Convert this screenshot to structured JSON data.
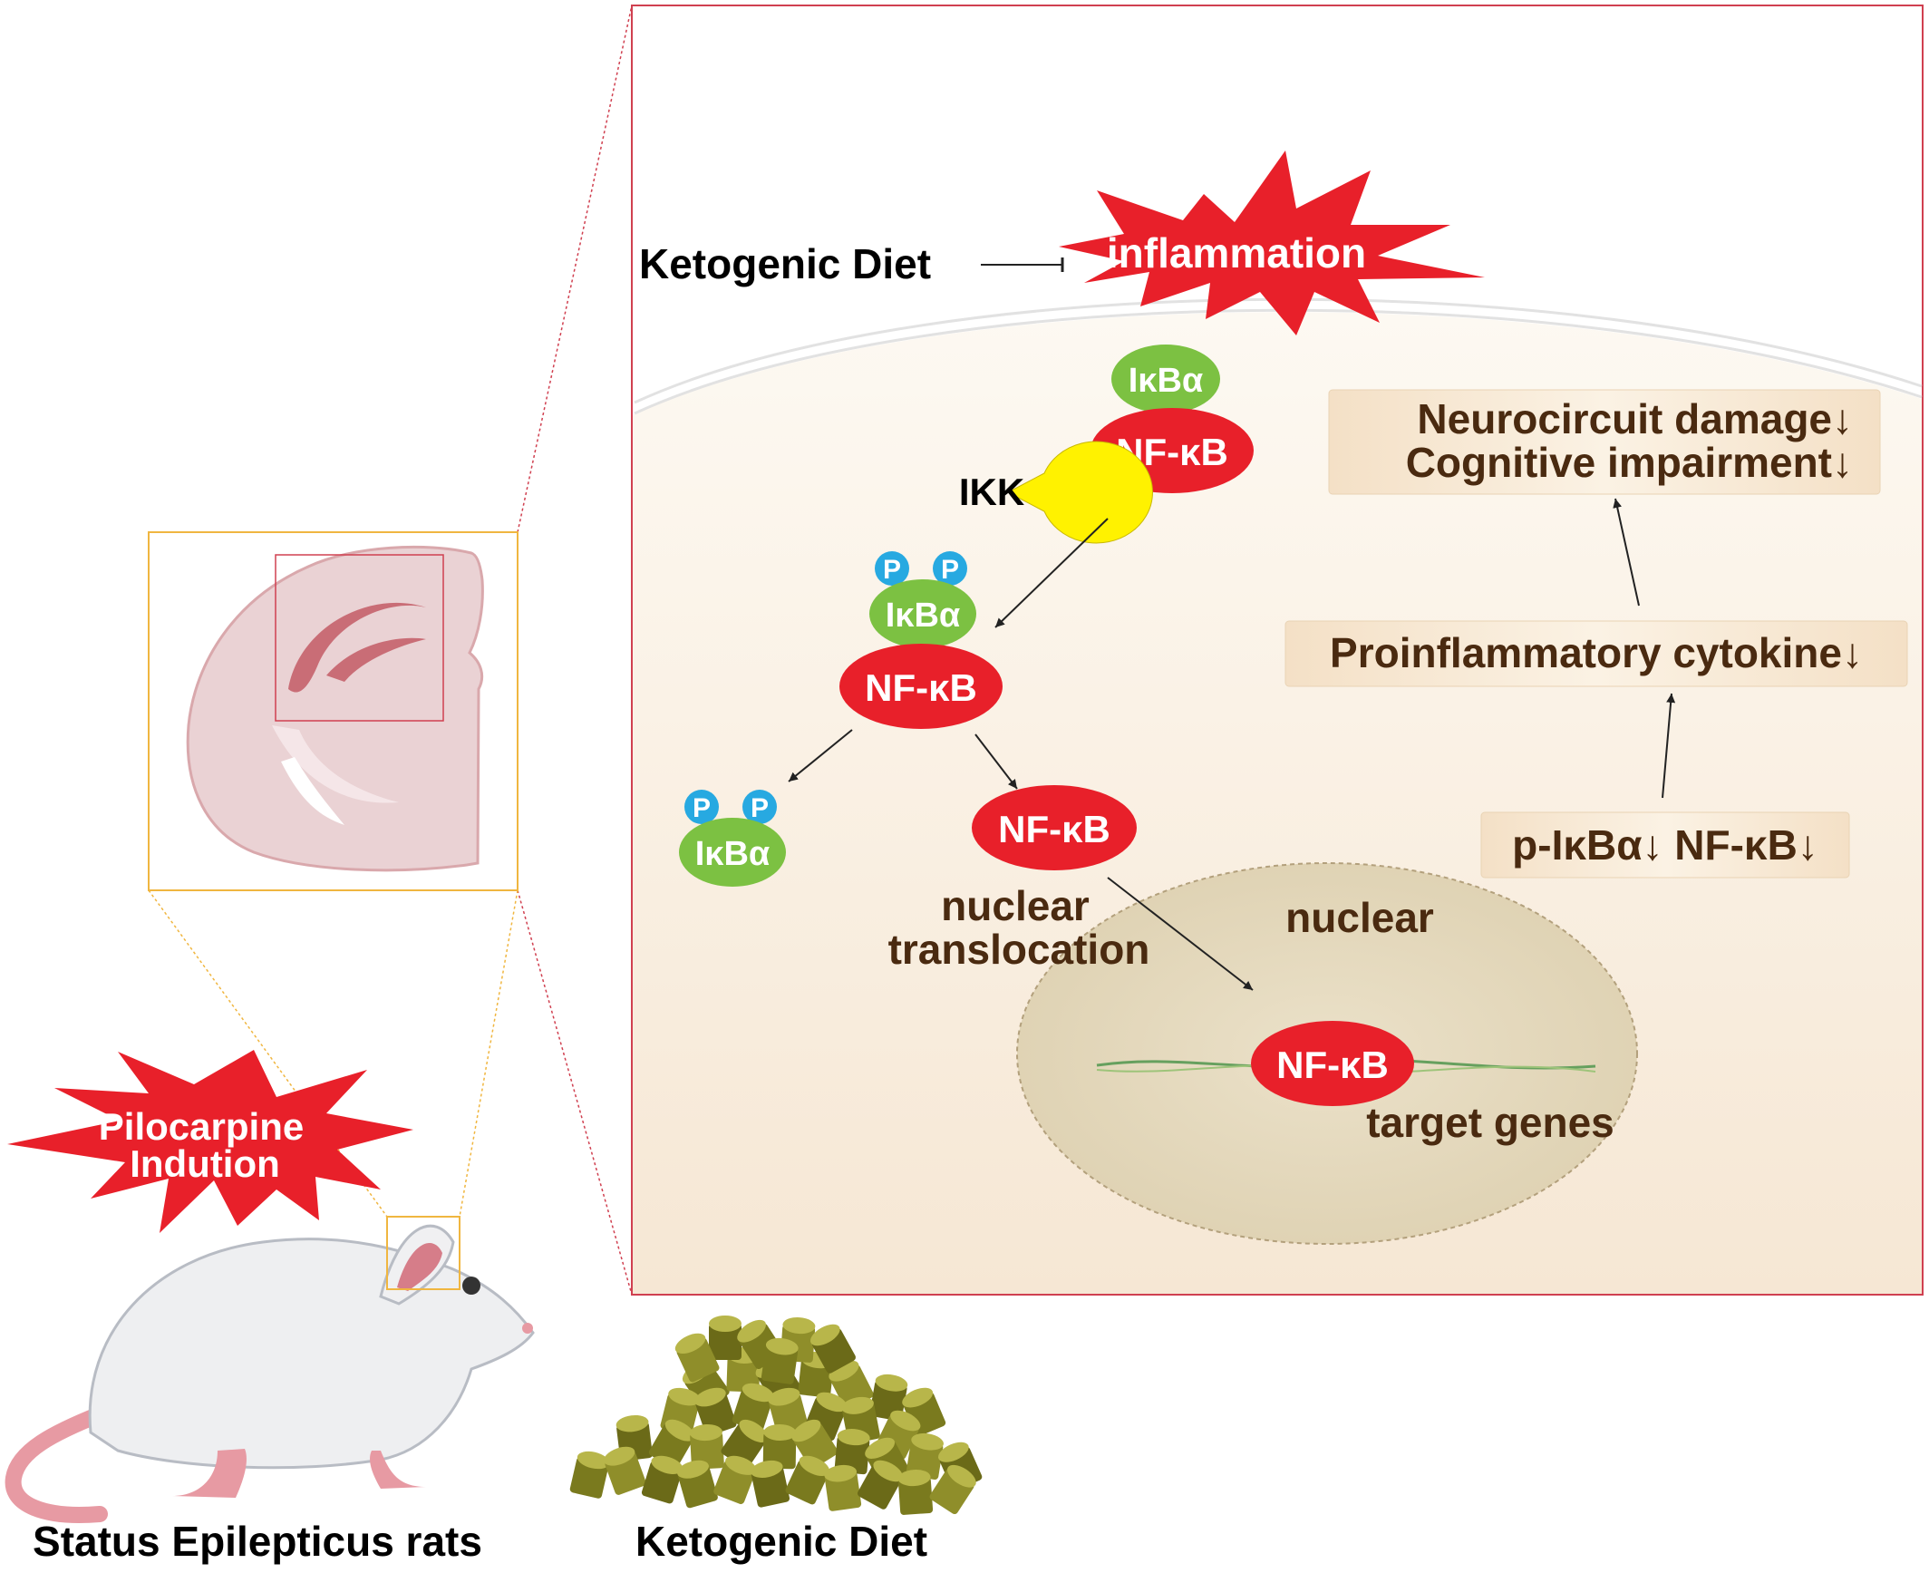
{
  "colors": {
    "red": "#e8202a",
    "green": "#7cc142",
    "yellow": "#fff200",
    "phospho_blue": "#27a9e1",
    "brown_text": "#4a2a10",
    "panel_border": "#d04050",
    "yellow_outline": "#f0b640"
  },
  "left": {
    "pilocarpine": {
      "line1": "Pilocarpine",
      "line2": "Indution"
    },
    "rat_label": "Status Epilepticus rats",
    "diet_label": "Ketogenic Diet"
  },
  "panel": {
    "ketogenic_diet": "Ketogenic Diet",
    "inflammation": "inflammation",
    "ikba_top": "IκBα",
    "nfkb_top": "NF-κB",
    "ikk": "IKK",
    "p_label": "P",
    "ikba_mid": "IκBα",
    "nfkb_mid": "NF-κB",
    "ikba_bottom": "IκBα",
    "nfkb_bottom": "NF-κB",
    "nuclear_translocation": {
      "line1": "nuclear",
      "line2": "translocation"
    },
    "nuclear": "nuclear",
    "nfkb_nucleus": "NF-κB",
    "target_genes": "target genes",
    "outcome_box": {
      "line1": "Neurocircuit damage↓",
      "line2": "Cognitive impairment↓"
    },
    "cytokine_box": "Proinflammatory cytokine↓",
    "protein_box": "p-IκBα↓ NF-κB↓"
  }
}
